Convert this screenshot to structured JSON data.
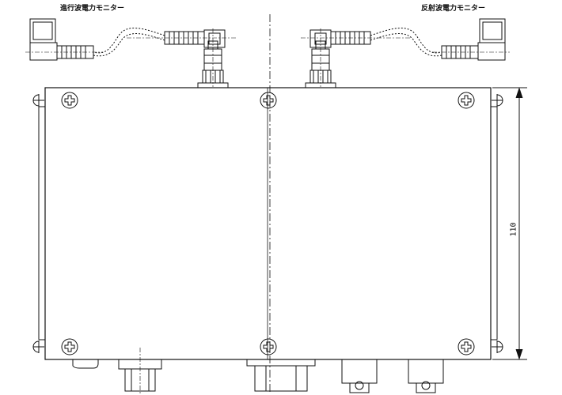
{
  "labels": {
    "forward_monitor": "進行波電力モニター",
    "reflected_monitor": "反射波電力モニター"
  },
  "dimension": {
    "height_value": "110"
  },
  "colors": {
    "line": "#111111",
    "background": "#ffffff"
  }
}
